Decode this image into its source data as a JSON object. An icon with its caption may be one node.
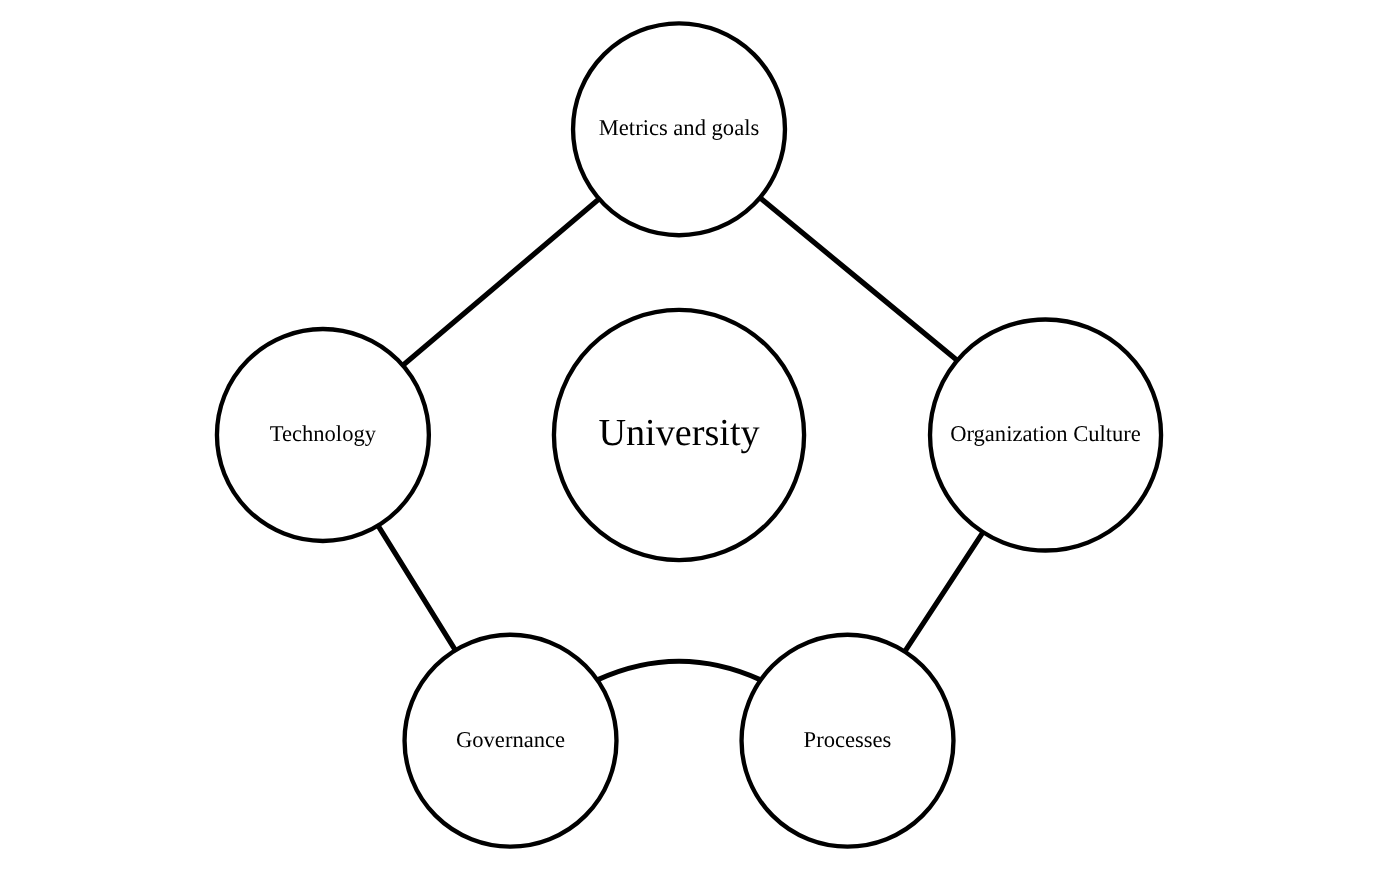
{
  "diagram": {
    "nodes": [
      {
        "text": [
          "Metrics and goals"
        ]
      },
      {
        "text": [
          "Technology"
        ]
      },
      {
        "text": [
          "University"
        ]
      },
      {
        "text": [
          "Organization Culture"
        ]
      },
      {
        "text": [
          "Governance"
        ]
      },
      {
        "text": [
          "Processes"
        ]
      }
    ],
    "edges": [
      {
        "from": 0,
        "to": 3,
        "arrow": "none"
      },
      {
        "from": 3,
        "to": 5,
        "arrow": "none"
      },
      {
        "from": 5,
        "to": 4,
        "arrow": "none"
      },
      {
        "from": 4,
        "to": 1,
        "arrow": "none"
      },
      {
        "from": 1,
        "to": 0,
        "arrow": "none"
      }
    ]
  }
}
